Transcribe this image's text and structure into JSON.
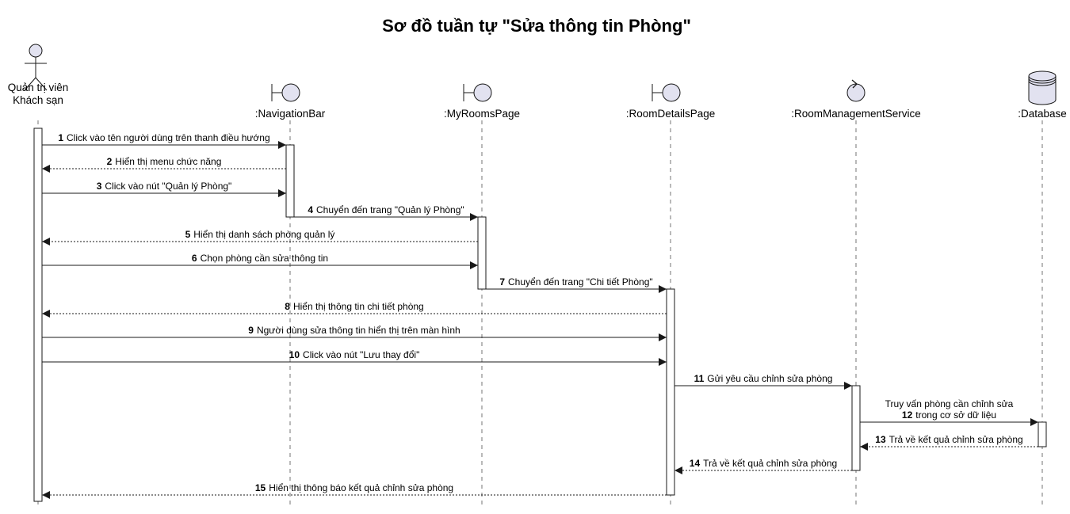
{
  "title": "Sơ đồ tuần tự \"Sửa thông tin Phòng\"",
  "colors": {
    "fill": "#e2e2f0",
    "stroke": "#181818",
    "lifeline": "#181818",
    "background": "#ffffff"
  },
  "participants": [
    {
      "id": "actor",
      "kind": "actor",
      "icon": "actor-icon",
      "label_lines": [
        "Quản trị viên",
        "Khách sạn"
      ]
    },
    {
      "id": "navbar",
      "kind": "boundary",
      "icon": "boundary-icon",
      "label_lines": [
        ":NavigationBar"
      ]
    },
    {
      "id": "myrooms",
      "kind": "boundary",
      "icon": "boundary-icon",
      "label_lines": [
        ":MyRoomsPage"
      ]
    },
    {
      "id": "details",
      "kind": "boundary",
      "icon": "boundary-icon",
      "label_lines": [
        ":RoomDetailsPage"
      ]
    },
    {
      "id": "service",
      "kind": "control",
      "icon": "control-icon",
      "label_lines": [
        ":RoomManagementService"
      ]
    },
    {
      "id": "db",
      "kind": "database",
      "icon": "database-icon",
      "label_lines": [
        ":Database"
      ]
    }
  ],
  "messages": [
    {
      "num": "1",
      "from": "actor",
      "to": "navbar",
      "type": "sync",
      "lines": [
        "Click vào tên người dùng trên thanh điều hướng"
      ]
    },
    {
      "num": "2",
      "from": "navbar",
      "to": "actor",
      "type": "reply",
      "lines": [
        "Hiển thị menu chức năng"
      ]
    },
    {
      "num": "3",
      "from": "actor",
      "to": "navbar",
      "type": "sync",
      "lines": [
        "Click vào nút \"Quản lý Phòng\""
      ]
    },
    {
      "num": "4",
      "from": "navbar",
      "to": "myrooms",
      "type": "sync",
      "lines": [
        "Chuyển đến trang \"Quản lý Phòng\""
      ]
    },
    {
      "num": "5",
      "from": "myrooms",
      "to": "actor",
      "type": "reply",
      "lines": [
        "Hiển thị danh sách phòng quản lý"
      ]
    },
    {
      "num": "6",
      "from": "actor",
      "to": "myrooms",
      "type": "sync",
      "lines": [
        "Chọn phòng cần sửa thông tin"
      ]
    },
    {
      "num": "7",
      "from": "myrooms",
      "to": "details",
      "type": "sync",
      "lines": [
        "Chuyển đến trang \"Chi tiết Phòng\""
      ]
    },
    {
      "num": "8",
      "from": "details",
      "to": "actor",
      "type": "reply",
      "lines": [
        "Hiển thị thông tin chi tiết phòng"
      ]
    },
    {
      "num": "9",
      "from": "actor",
      "to": "details",
      "type": "sync",
      "lines": [
        "Người dùng sửa thông tin hiển thị trên màn hình"
      ]
    },
    {
      "num": "10",
      "from": "actor",
      "to": "details",
      "type": "sync",
      "lines": [
        "Click vào nút \"Lưu thay đổi\""
      ]
    },
    {
      "num": "11",
      "from": "details",
      "to": "service",
      "type": "sync",
      "lines": [
        "Gửi yêu cầu chỉnh sửa phòng"
      ]
    },
    {
      "num": "12",
      "from": "service",
      "to": "db",
      "type": "sync",
      "lines": [
        "Truy vấn phòng cần chỉnh sửa",
        "trong cơ sở dữ liệu"
      ]
    },
    {
      "num": "13",
      "from": "db",
      "to": "service",
      "type": "reply",
      "lines": [
        "Trả về kết quả chỉnh sửa phòng"
      ]
    },
    {
      "num": "14",
      "from": "service",
      "to": "details",
      "type": "reply",
      "lines": [
        "Trả về kết quả chỉnh sửa phòng"
      ]
    },
    {
      "num": "15",
      "from": "details",
      "to": "actor",
      "type": "reply",
      "lines": [
        "Hiển thị thông báo kết quả chỉnh sửa phòng"
      ]
    }
  ]
}
